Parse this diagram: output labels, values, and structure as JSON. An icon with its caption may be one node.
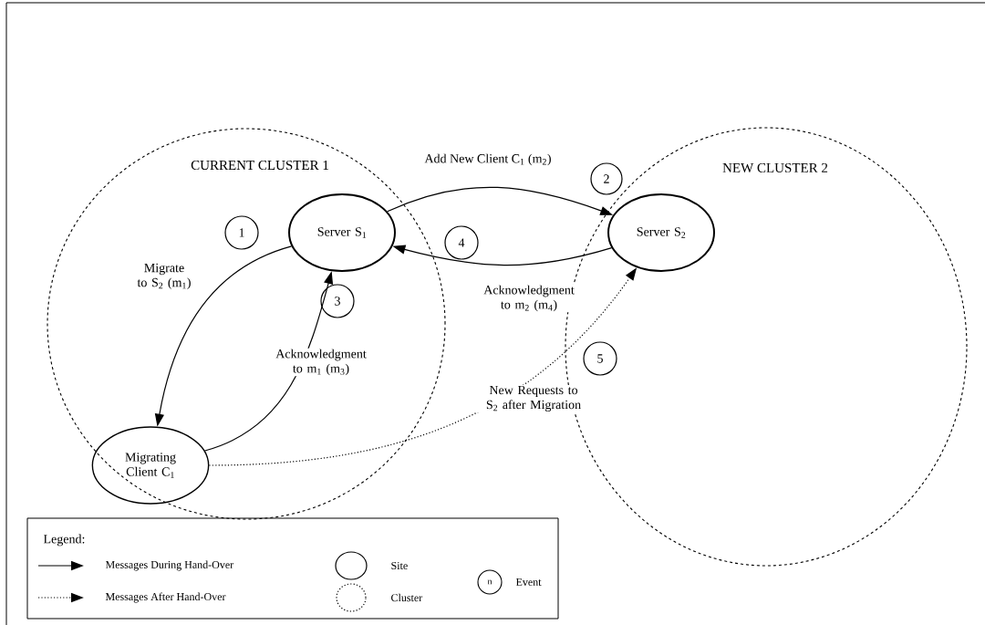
{
  "diagram": {
    "nodes": [
      {
        "text": [
          "CURRENT CLUSTER 1"
        ]
      },
      {
        "text": [
          "NEW CLUSTER 2"
        ]
      },
      {
        "text": [
          "Server S$_{1}$"
        ],
        "in": 0
      },
      {
        "text": [
          "Server S$_{2}$"
        ],
        "in": 1
      },
      {
        "text": [
          "Migrating Client C$_{1}$"
        ],
        "in": 0
      },
      {
        "text": [
          "1"
        ],
        "in": 0
      },
      {
        "text": [
          "2"
        ]
      },
      {
        "text": [
          "3"
        ],
        "in": 0
      },
      {
        "text": [
          "4"
        ]
      },
      {
        "text": [
          "5"
        ],
        "in": 1
      }
    ],
    "edges": [
      {
        "from": 2,
        "to": 4,
        "arrow": "to",
        "label": "Migrate to S$_{2}$ (m$_{1}$)"
      },
      {
        "from": 4,
        "to": 2,
        "arrow": "to",
        "label": "Acknowledgment to m$_{1}$ (m$_{3}$)"
      },
      {
        "from": 2,
        "to": 3,
        "arrow": "to",
        "label": "Add New Client C$_{1}$ (m$_{2}$)"
      },
      {
        "from": 3,
        "to": 2,
        "arrow": "to",
        "label": "Acknowledgment to m$_{2}$ (m$_{4}$)"
      },
      {
        "from": 4,
        "to": 3,
        "arrow": "to",
        "label": "New Requests to S$_{2}$ after Migration",
        "style": "dashed"
      }
    ],
    "labels": [
      "Legend:",
      "n"
    ],
    "legend": [
      {
        "text": "Messages During Hand-Over"
      },
      {
        "text": "Messages After Hand-Over"
      },
      {
        "text": "Site"
      },
      {
        "text": "Cluster"
      },
      {
        "text": "Event"
      }
    ]
  }
}
